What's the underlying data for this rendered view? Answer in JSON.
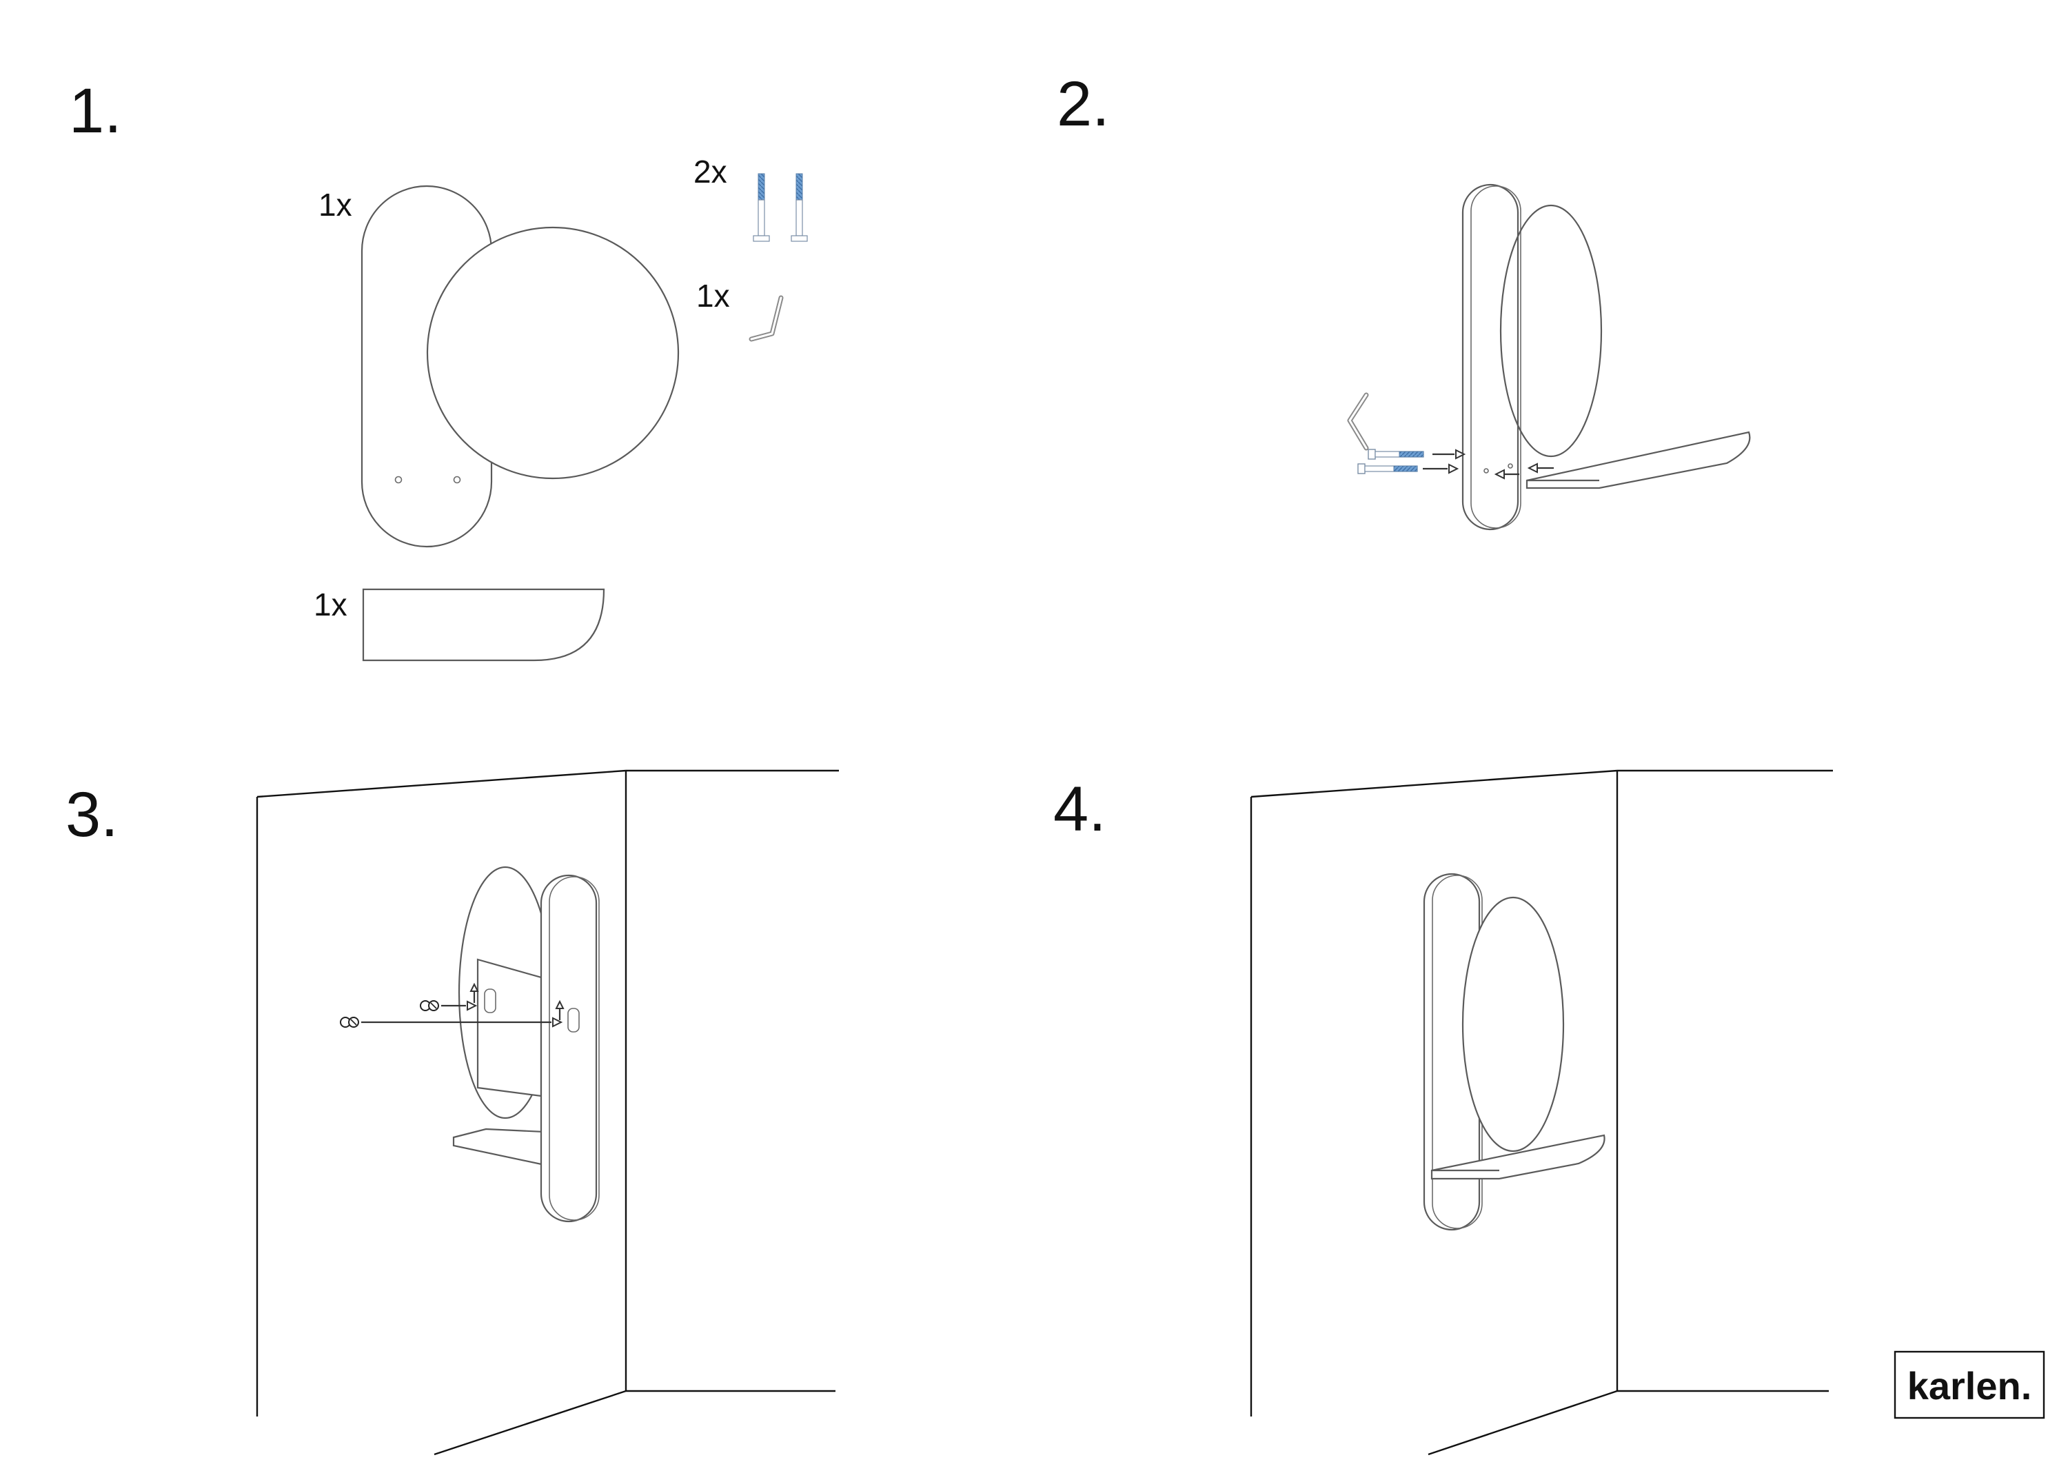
{
  "steps": [
    {
      "number": "1."
    },
    {
      "number": "2."
    },
    {
      "number": "3."
    },
    {
      "number": "4."
    }
  ],
  "step1": {
    "mirror_qty": "1x",
    "shelf_qty": "1x",
    "bolt_qty": "2x",
    "key_qty": "1x"
  },
  "brand": {
    "logo_text": "karlen."
  },
  "colors": {
    "bolt_blue": "#6e9fd2",
    "line_gray": "#5a5a5a",
    "wall_black": "#111111"
  }
}
